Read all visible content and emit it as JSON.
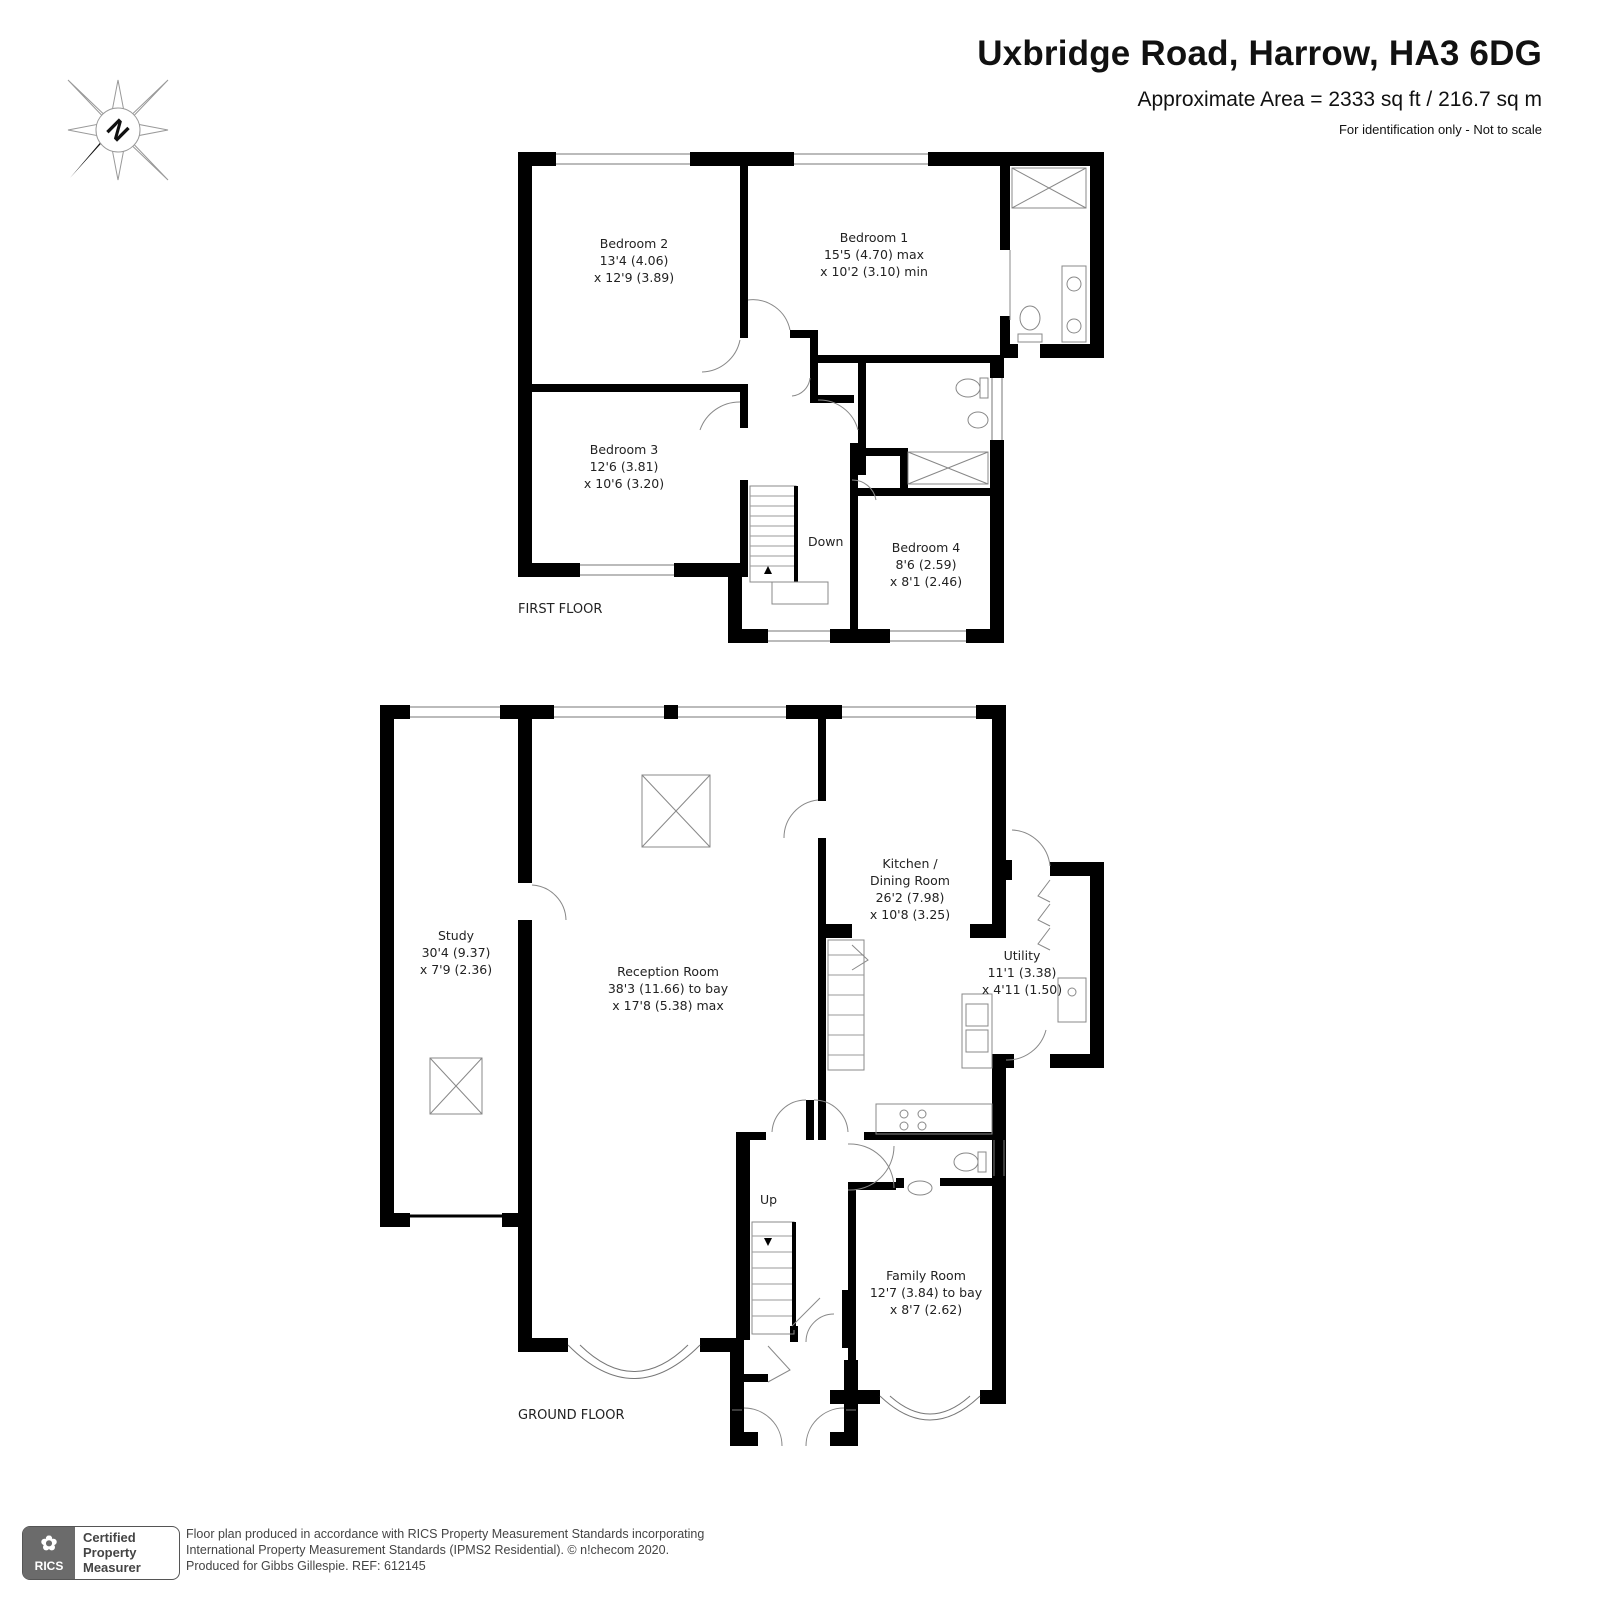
{
  "header": {
    "title": "Uxbridge Road, Harrow, HA3 6DG",
    "area": "Approximate Area = 2333 sq ft / 216.7 sq m",
    "note": "For identification only - Not to scale"
  },
  "compass": {
    "icon": "north-arrow-icon",
    "letter": "N"
  },
  "first_floor": {
    "label": "FIRST FLOOR",
    "rooms": [
      {
        "name": "Bedroom 2",
        "l1": "13'4 (4.06)",
        "l2": "x 12'9 (3.89)"
      },
      {
        "name": "Bedroom 1",
        "l1": "15'5 (4.70) max",
        "l2": "x 10'2 (3.10) min"
      },
      {
        "name": "Bedroom 3",
        "l1": "12'6 (3.81)",
        "l2": "x 10'6 (3.20)"
      },
      {
        "name": "Bedroom 4",
        "l1": "8'6 (2.59)",
        "l2": "x 8'1 (2.46)"
      }
    ],
    "stairs_label": "Down"
  },
  "ground_floor": {
    "label": "GROUND FLOOR",
    "rooms": [
      {
        "name": "Study",
        "l1": "30'4 (9.37)",
        "l2": "x 7'9 (2.36)"
      },
      {
        "name": "Reception Room",
        "l1": "38'3 (11.66) to bay",
        "l2": "x 17'8 (5.38) max"
      },
      {
        "name": "Kitchen /",
        "l0": "Dining Room",
        "l1": "26'2 (7.98)",
        "l2": "x 10'8 (3.25)"
      },
      {
        "name": "Utility",
        "l1": "11'1 (3.38)",
        "l2": "x 4'11 (1.50)"
      },
      {
        "name": "Family Room",
        "l1": "12'7 (3.84) to bay",
        "l2": "x 8'7 (2.62)"
      }
    ],
    "stairs_label": "Up"
  },
  "footer": {
    "line1": "Floor plan produced in accordance with RICS Property Measurement Standards incorporating",
    "line2": "International Property Measurement Standards (IPMS2 Residential).  © n!checom 2020.",
    "line3": "Produced for Gibbs Gillespie.   REF: 612145",
    "badge_brand": "RICS",
    "badge_line1": "Certified",
    "badge_line2": "Property",
    "badge_line3": "Measurer"
  },
  "colors": {
    "wall": "#000000",
    "window": "#777777",
    "fixture": "#888888",
    "badge": "#6b6b6b"
  }
}
